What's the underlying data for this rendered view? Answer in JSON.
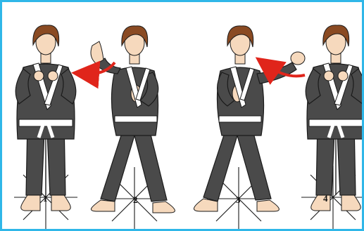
{
  "illustration": {
    "frame_color": "#2fb7e8",
    "colors": {
      "gi": "#4a4a4a",
      "gi_shadow": "#2c2c2c",
      "lapel": "#ffffff",
      "belt": "#ffffff",
      "hair": "#8a4a22",
      "skin": "#f6d9bd",
      "arrow": "#e0251b",
      "floor_lines": "#1a1a1a"
    },
    "steps": [
      {
        "label": "1",
        "pose": "ready-stance-hands-on-lapels",
        "arrow": "none"
      },
      {
        "label": "2",
        "pose": "wide-stance-right-hand-raised",
        "arrow": "curved-left"
      },
      {
        "label": "3",
        "pose": "wide-stance-left-fist-extended",
        "arrow": "curved-left"
      },
      {
        "label": "4",
        "pose": "ready-stance-hands-on-lapels",
        "arrow": "none"
      }
    ]
  }
}
